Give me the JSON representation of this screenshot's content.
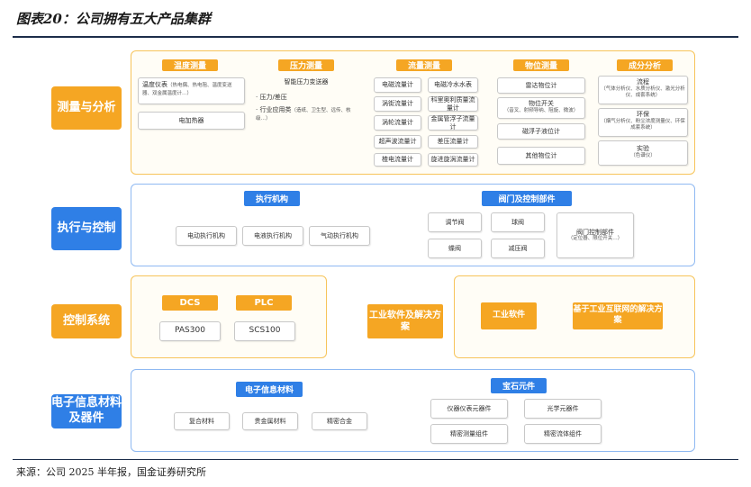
{
  "title": "图表20：公司拥有五大产品集群",
  "source": "来源：公司 2025 半年报，国金证券研究所",
  "rows": {
    "measure": "测量与分析",
    "execute": "执行与控制",
    "control": "控制系统",
    "electronic": "电子信息材料及器件"
  },
  "measure": {
    "temperature": {
      "header": "温度测量",
      "item1_main": "温度仪表",
      "item1_detail": "（热电偶、热电阻、温度变送器、双金属温度计…）",
      "item2": "电加热器"
    },
    "pressure": {
      "header": "压力测量",
      "title": "智能压力变送器",
      "b1": "· 压力/差压",
      "b2": "· 行业应用类",
      "b2_detail": "（造纸、卫生型、远传、核级…）"
    },
    "flow": {
      "header": "流量测量",
      "items": [
        "电磁流量计",
        "电磁冷水水表",
        "涡街流量计",
        "科里奥利质量流量计",
        "涡轮流量计",
        "金属管浮子流量计",
        "超声波流量计",
        "差压流量计",
        "楂电流量计",
        "旋进旋涡流量计"
      ]
    },
    "level": {
      "header": "物位测量",
      "items": [
        "雷达物位计",
        "物位开关",
        "磁浮子液位计",
        "其他物位计"
      ],
      "switch_detail": "（音叉、射频导纳、阻旋、微波）"
    },
    "composition": {
      "header": "成分分析",
      "i1": "流程",
      "i1_detail": "（气体分析仪、水质分析仪、激光分析仪、成套系统）",
      "i2": "环保",
      "i2_detail": "（烟气分析仪、粉尘浓度测量仪、环保成套系统）",
      "i3": "实验",
      "i3_detail": "（色谱仪）"
    }
  },
  "execute": {
    "actuator": {
      "header": "执行机构",
      "items": [
        "电动执行机构",
        "电液执行机构",
        "气动执行机构"
      ]
    },
    "valves": {
      "header": "阀门及控制部件",
      "items": [
        "调节阀",
        "球阀",
        "蝶阀",
        "减压阀"
      ],
      "parts": "阀门控制部件",
      "parts_detail": "（定位器、限位开关…）"
    }
  },
  "control": {
    "dcs": "DCS",
    "plc": "PLC",
    "dcs_item": "PAS300",
    "plc_item": "SCS100",
    "software_group": "工业软件及解决方案",
    "software": "工业软件",
    "iiot": "基于工业互联网的解决方案"
  },
  "electronic": {
    "materials": {
      "header": "电子信息材料",
      "items": [
        "复合材料",
        "贵金属材料",
        "精密合金"
      ]
    },
    "gems": {
      "header": "宝石元件",
      "items": [
        "仪器仪表元器件",
        "光学元器件",
        "精密测量组件",
        "精密流体组件"
      ]
    }
  },
  "colors": {
    "orange": "#f5a623",
    "blue": "#2f7fe6",
    "navy": "#1c2d4a"
  }
}
